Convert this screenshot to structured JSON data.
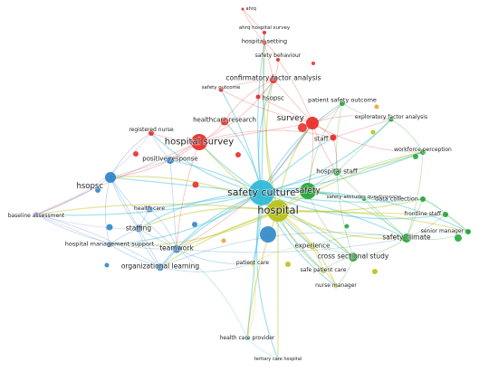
{
  "palette": {
    "red": "#e8302c",
    "blue": "#2f86c9",
    "green": "#26a83a",
    "yellow": "#b9c216",
    "purple": "#b07ad8",
    "cyan": "#33b9d8",
    "orange": "#f0a035"
  },
  "nodes": [
    {
      "id": "ahrq_short",
      "label": "ahrq",
      "cluster": "red"
    },
    {
      "id": "ahrq_survey",
      "label": "ahrq hospital survey",
      "cluster": "red"
    },
    {
      "id": "hospital_setting",
      "label": "hospital setting",
      "cluster": "red"
    },
    {
      "id": "safety_behaviour",
      "label": "safety behaviour",
      "cluster": "red"
    },
    {
      "id": "cfa",
      "label": "confirmatory factor analysis",
      "cluster": "red"
    },
    {
      "id": "hsopsc_red",
      "label": "hsopsc",
      "cluster": "red"
    },
    {
      "id": "safety_outcome",
      "label": "safety outcome",
      "cluster": "red"
    },
    {
      "id": "healthcare_research",
      "label": "healthcare research",
      "cluster": "red"
    },
    {
      "id": "registered_nurse",
      "label": "registered nurse",
      "cluster": "red"
    },
    {
      "id": "hospital_survey",
      "label": "hospital survey",
      "cluster": "red"
    },
    {
      "id": "survey",
      "label": "survey",
      "cluster": "red"
    },
    {
      "id": "staff",
      "label": "staff",
      "cluster": "red"
    },
    {
      "id": "positive_response",
      "label": "positive response",
      "cluster": "blue"
    },
    {
      "id": "hsopsc_blue",
      "label": "hsopsc",
      "cluster": "blue"
    },
    {
      "id": "baseline_assessment",
      "label": "baseline assessment",
      "cluster": "purple"
    },
    {
      "id": "health_care",
      "label": "health care",
      "cluster": "blue"
    },
    {
      "id": "staffing",
      "label": "staffing",
      "cluster": "blue"
    },
    {
      "id": "hms",
      "label": "hospital management support",
      "cluster": "blue"
    },
    {
      "id": "teamwork",
      "label": "teamwork",
      "cluster": "blue"
    },
    {
      "id": "org_learning",
      "label": "organizational learning",
      "cluster": "blue"
    },
    {
      "id": "safety_culture",
      "label": "safety culture",
      "cluster": "cyan"
    },
    {
      "id": "hospital",
      "label": "hospital",
      "cluster": "yellow"
    },
    {
      "id": "patient_care",
      "label": "patient care",
      "cluster": "yellow"
    },
    {
      "id": "health_care_provider",
      "label": "health care provider",
      "cluster": "cyan"
    },
    {
      "id": "tertiary_care_hospital",
      "label": "tertiary care hospital",
      "cluster": "cyan"
    },
    {
      "id": "patient_safety_outcome",
      "label": "patient safety outcome",
      "cluster": "green"
    },
    {
      "id": "efa",
      "label": "exploratory factor analysis",
      "cluster": "green"
    },
    {
      "id": "workforce_perception",
      "label": "workforce perception",
      "cluster": "green"
    },
    {
      "id": "hospital_staff",
      "label": "hospital staff",
      "cluster": "green"
    },
    {
      "id": "safety",
      "label": "safety",
      "cluster": "green"
    },
    {
      "id": "saq",
      "label": "safety attitudes questionnaire",
      "cluster": "green"
    },
    {
      "id": "data_collection",
      "label": "data collection",
      "cluster": "green"
    },
    {
      "id": "frontline_staff",
      "label": "frontline staff",
      "cluster": "green"
    },
    {
      "id": "senior_manager",
      "label": "senior manager",
      "cluster": "green"
    },
    {
      "id": "safety_climate",
      "label": "safety climate",
      "cluster": "green"
    },
    {
      "id": "experience",
      "label": "experience",
      "cluster": "yellow"
    },
    {
      "id": "cross_sectional",
      "label": "cross sectional study",
      "cluster": "green"
    },
    {
      "id": "safe_patient_care",
      "label": "safe patient care",
      "cluster": "yellow"
    },
    {
      "id": "nurse_manager",
      "label": "nurse manager",
      "cluster": "yellow"
    }
  ],
  "edges": [
    [
      "safety_culture",
      "hospital"
    ],
    [
      "safety_culture",
      "hospital_survey"
    ],
    [
      "safety_culture",
      "survey"
    ],
    [
      "safety_culture",
      "teamwork"
    ],
    [
      "safety_culture",
      "org_learning"
    ],
    [
      "safety_culture",
      "safety"
    ],
    [
      "safety_culture",
      "safety_climate"
    ],
    [
      "safety_culture",
      "cross_sectional"
    ],
    [
      "safety_culture",
      "experience"
    ],
    [
      "safety_culture",
      "staffing"
    ],
    [
      "safety_culture",
      "hms"
    ],
    [
      "safety_culture",
      "baseline_assessment"
    ],
    [
      "safety_culture",
      "hsopsc_blue"
    ],
    [
      "safety_culture",
      "positive_response"
    ],
    [
      "safety_culture",
      "healthcare_research"
    ],
    [
      "safety_culture",
      "cfa"
    ],
    [
      "safety_culture",
      "staff"
    ],
    [
      "safety_culture",
      "hospital_staff"
    ],
    [
      "safety_culture",
      "data_collection"
    ],
    [
      "safety_culture",
      "frontline_staff"
    ],
    [
      "safety_culture",
      "senior_manager"
    ],
    [
      "safety_culture",
      "patient_care"
    ],
    [
      "safety_culture",
      "health_care_provider"
    ],
    [
      "safety_culture",
      "safe_patient_care"
    ],
    [
      "safety_culture",
      "nurse_manager"
    ],
    [
      "safety_culture",
      "registered_nurse"
    ],
    [
      "safety_culture",
      "hospital_setting"
    ],
    [
      "safety_culture",
      "ahrq_survey"
    ],
    [
      "safety_culture",
      "workforce_perception"
    ],
    [
      "safety_culture",
      "efa"
    ],
    [
      "safety_culture",
      "patient_safety_outcome"
    ],
    [
      "safety_culture",
      "saq"
    ],
    [
      "safety_culture",
      "health_care"
    ],
    [
      "safety_culture",
      "safety_outcome"
    ],
    [
      "safety_culture",
      "tertiary_care_hospital"
    ],
    [
      "hospital",
      "survey"
    ],
    [
      "hospital",
      "hospital_survey"
    ],
    [
      "hospital",
      "teamwork"
    ],
    [
      "hospital",
      "org_learning"
    ],
    [
      "hospital",
      "safety_climate"
    ],
    [
      "hospital",
      "cross_sectional"
    ],
    [
      "hospital",
      "safety"
    ],
    [
      "hospital",
      "experience"
    ],
    [
      "hospital",
      "baseline_assessment"
    ],
    [
      "hospital",
      "staffing"
    ],
    [
      "hospital",
      "hms"
    ],
    [
      "hospital",
      "senior_manager"
    ],
    [
      "hospital",
      "frontline_staff"
    ],
    [
      "hospital",
      "data_collection"
    ],
    [
      "hospital",
      "safe_patient_care"
    ],
    [
      "hospital",
      "nurse_manager"
    ],
    [
      "hospital",
      "workforce_perception"
    ],
    [
      "hospital",
      "tertiary_care_hospital"
    ],
    [
      "hospital",
      "health_care_provider"
    ],
    [
      "hospital",
      "hsopsc_blue"
    ],
    [
      "hospital",
      "cfa"
    ],
    [
      "hospital",
      "hospital_setting"
    ],
    [
      "hospital_survey",
      "survey"
    ],
    [
      "hospital_survey",
      "positive_response"
    ],
    [
      "hospital_survey",
      "healthcare_research"
    ],
    [
      "hospital_survey",
      "hsopsc_blue"
    ],
    [
      "hospital_survey",
      "registered_nurse"
    ],
    [
      "hospital_survey",
      "baseline_assessment"
    ],
    [
      "hospital_survey",
      "teamwork"
    ],
    [
      "hospital_survey",
      "cfa"
    ],
    [
      "hospital_survey",
      "staff"
    ],
    [
      "survey",
      "staff"
    ],
    [
      "survey",
      "cfa"
    ],
    [
      "survey",
      "hospital_staff"
    ],
    [
      "survey",
      "patient_safety_outcome"
    ],
    [
      "survey",
      "efa"
    ],
    [
      "survey",
      "safety_outcome"
    ],
    [
      "survey",
      "hsopsc_red"
    ],
    [
      "survey",
      "safety_behaviour"
    ],
    [
      "survey",
      "workforce_perception"
    ],
    [
      "survey",
      "teamwork"
    ],
    [
      "survey",
      "safety"
    ],
    [
      "cfa",
      "hospital_setting"
    ],
    [
      "cfa",
      "safety_outcome"
    ],
    [
      "cfa",
      "healthcare_research"
    ],
    [
      "cfa",
      "hsopsc_red"
    ],
    [
      "hospital_setting",
      "ahrq_survey"
    ],
    [
      "ahrq_survey",
      "ahrq_short"
    ],
    [
      "ahrq_short",
      "hospital_setting"
    ],
    [
      "safety_behaviour",
      "hospital_setting"
    ],
    [
      "safety_behaviour",
      "cfa"
    ],
    [
      "teamwork",
      "org_learning"
    ],
    [
      "teamwork",
      "staffing"
    ],
    [
      "teamwork",
      "hms"
    ],
    [
      "teamwork",
      "health_care"
    ],
    [
      "teamwork",
      "baseline_assessment"
    ],
    [
      "teamwork",
      "hsopsc_blue"
    ],
    [
      "teamwork",
      "positive_response"
    ],
    [
      "teamwork",
      "safety_climate"
    ],
    [
      "teamwork",
      "patient_care"
    ],
    [
      "org_learning",
      "staffing"
    ],
    [
      "org_learning",
      "hms"
    ],
    [
      "org_learning",
      "hsopsc_blue"
    ],
    [
      "org_learning",
      "baseline_assessment"
    ],
    [
      "org_learning",
      "patient_care"
    ],
    [
      "org_learning",
      "safety_climate"
    ],
    [
      "hsopsc_blue",
      "baseline_assessment"
    ],
    [
      "hsopsc_blue",
      "positive_response"
    ],
    [
      "hsopsc_blue",
      "staffing"
    ],
    [
      "hsopsc_blue",
      "hms"
    ],
    [
      "hsopsc_blue",
      "registered_nurse"
    ],
    [
      "positive_response",
      "registered_nurse"
    ],
    [
      "baseline_assessment",
      "hms"
    ],
    [
      "baseline_assessment",
      "staffing"
    ],
    [
      "baseline_assessment",
      "registered_nurse"
    ],
    [
      "safety",
      "safety_climate"
    ],
    [
      "safety",
      "hospital_staff"
    ],
    [
      "safety",
      "saq"
    ],
    [
      "safety",
      "data_collection"
    ],
    [
      "safety",
      "cross_sectional"
    ],
    [
      "safety",
      "patient_safety_outcome"
    ],
    [
      "safety",
      "workforce_perception"
    ],
    [
      "safety_climate",
      "data_collection"
    ],
    [
      "safety_climate",
      "frontline_staff"
    ],
    [
      "safety_climate",
      "senior_manager"
    ],
    [
      "safety_climate",
      "cross_sectional"
    ],
    [
      "safety_climate",
      "saq"
    ],
    [
      "safety_climate",
      "hospital_staff"
    ],
    [
      "safety_climate",
      "workforce_perception"
    ],
    [
      "safety_climate",
      "experience"
    ],
    [
      "data_collection",
      "frontline_staff"
    ],
    [
      "data_collection",
      "senior_manager"
    ],
    [
      "frontline_staff",
      "senior_manager"
    ],
    [
      "cross_sectional",
      "experience"
    ],
    [
      "cross_sectional",
      "safe_patient_care"
    ],
    [
      "cross_sectional",
      "nurse_manager"
    ],
    [
      "cross_sectional",
      "hospital_staff"
    ],
    [
      "experience",
      "safe_patient_care"
    ],
    [
      "experience",
      "nurse_manager"
    ],
    [
      "experience",
      "patient_care"
    ],
    [
      "safe_patient_care",
      "nurse_manager"
    ],
    [
      "hospital_staff",
      "patient_safety_outcome"
    ],
    [
      "hospital_staff",
      "efa"
    ],
    [
      "hospital_staff",
      "workforce_perception"
    ],
    [
      "patient_safety_outcome",
      "efa"
    ],
    [
      "efa",
      "workforce_perception"
    ],
    [
      "staff",
      "hospital_staff"
    ],
    [
      "staff",
      "efa"
    ],
    [
      "health_care_provider",
      "tertiary_care_hospital"
    ],
    [
      "health_care_provider",
      "teamwork"
    ],
    [
      "patient_care",
      "health_care_provider"
    ],
    [
      "hms",
      "staffing"
    ],
    [
      "health_care",
      "staffing"
    ]
  ]
}
